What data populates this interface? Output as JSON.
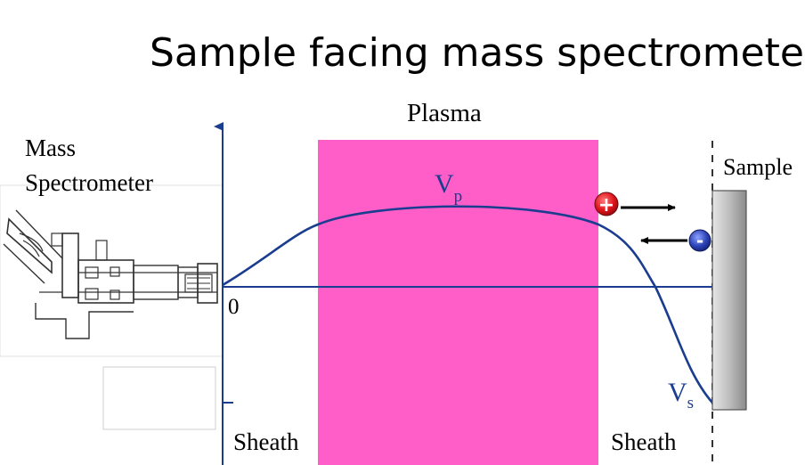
{
  "title": "Sample facing mass spectrometer",
  "labels": {
    "plasma": "Plasma",
    "mass_spectrometer_line1": "Mass",
    "mass_spectrometer_line2": "Spectrometer",
    "sample": "Sample",
    "sheath_left": "Sheath",
    "sheath_right": "Sheath",
    "zero": "0",
    "vp_main": "V",
    "vp_sub": "p",
    "vs_main": "V",
    "vs_sub": "s"
  },
  "particles": {
    "positive_ion": {
      "symbol": "+",
      "direction": "toward-sample"
    },
    "electron": {
      "symbol": "-",
      "direction": "toward-plasma"
    }
  },
  "colors": {
    "plasma_fill": "#ff5ec8",
    "axis": "#1a3d8f",
    "potential_curve": "#1a3d8f",
    "ion": "#e0141b",
    "electron": "#2c43b8",
    "sample_plate": "#b0b0b0"
  },
  "icons": {
    "instrument": "mass-spectrometer-drawing",
    "sample": "sample-plate"
  }
}
